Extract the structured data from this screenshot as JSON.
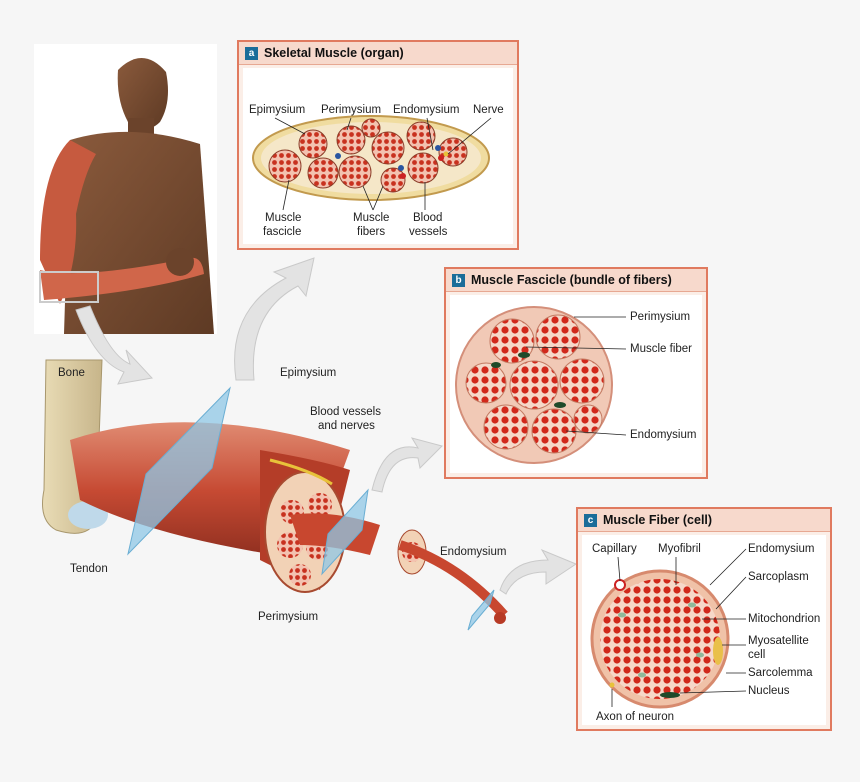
{
  "panels": {
    "a": {
      "badge": "a",
      "title": "Skeletal Muscle (organ)"
    },
    "b": {
      "badge": "b",
      "title": "Muscle Fascicle (bundle of fibers)"
    },
    "c": {
      "badge": "c",
      "title": "Muscle Fiber (cell)"
    }
  },
  "labels_a": {
    "epimysium": "Epimysium",
    "perimysium": "Perimysium",
    "endomysium": "Endomysium",
    "nerve": "Nerve",
    "fascicle_1": "Muscle",
    "fascicle_2": "fascicle",
    "fibers_1": "Muscle",
    "fibers_2": "fibers",
    "vessels_1": "Blood",
    "vessels_2": "vessels"
  },
  "labels_b": {
    "perimysium": "Perimysium",
    "fiber": "Muscle fiber",
    "endomysium": "Endomysium"
  },
  "labels_c": {
    "capillary": "Capillary",
    "myofibril": "Myofibril",
    "endomysium": "Endomysium",
    "sarcoplasm": "Sarcoplasm",
    "mitochondrion": "Mitochondrion",
    "myosatellite_1": "Myosatellite",
    "myosatellite_2": "cell",
    "sarcolemma": "Sarcolemma",
    "nucleus": "Nucleus",
    "axon": "Axon of neuron"
  },
  "labels_main": {
    "bone": "Bone",
    "tendon": "Tendon",
    "epimysium": "Epimysium",
    "vessels_1": "Blood vessels",
    "vessels_2": "and nerves",
    "endomysium": "Endomysium",
    "perimysium": "Perimysium"
  },
  "colors": {
    "panel_border": "#e07a5f",
    "badge": "#1b6d99",
    "muscle": "#c9452f",
    "plane": "#8fc7e6"
  }
}
